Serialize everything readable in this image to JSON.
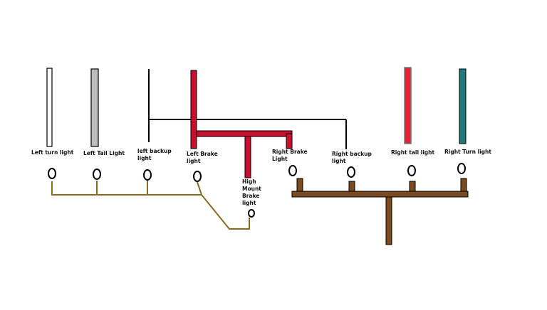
{
  "colors": {
    "white_wire": "#ffffff",
    "gray_wire": "#bdbdbd",
    "black_wire": "#000000",
    "red_wire": "#c8102e",
    "bright_red_wire": "#e8202f",
    "teal_wire": "#1f7a78",
    "brown_wire": "#7b4a1f",
    "tan_wire": "#8a6a1e",
    "outline": "#000000"
  },
  "labels": {
    "left_turn": "Left turn light",
    "left_tail": "Left Tail Light",
    "left_backup_1": "left backup",
    "left_backup_2": "light",
    "left_brake_1": "Left Brake",
    "left_brake_2": "light",
    "high_mount_1": "High",
    "high_mount_2": "Mount",
    "high_mount_3": "Brake",
    "high_mount_4": "light",
    "right_brake_1": "Right Brake",
    "right_brake_2": "Light",
    "right_backup_1": "Right backup",
    "right_backup_2": "light",
    "right_tail": "Right tail light",
    "right_turn": "Right Turn light"
  }
}
